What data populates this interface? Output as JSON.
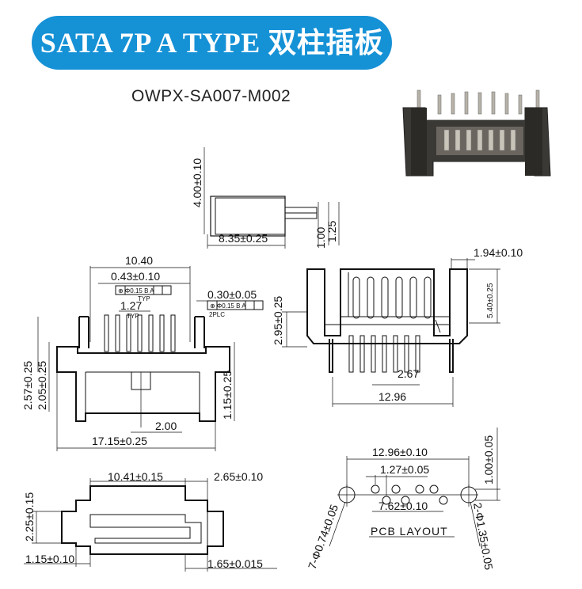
{
  "header": {
    "title": "SATA 7P A TYPE 双柱插板式",
    "part_number": "OWPX-SA007-M002"
  },
  "colors": {
    "banner": "#1591d6",
    "banner_text": "#ffffff",
    "line": "#111111"
  },
  "top_side_view": {
    "height": "4.00±0.10",
    "width": "8.35±0.25",
    "pin": "1.00",
    "pin_total": "1.25"
  },
  "front_view": {
    "overall": "10.40",
    "pin_width": "0.43±0.10",
    "tol_pos": "⊕ Φ0.15 B A",
    "tol_typ": "TYP",
    "pitch": "1.27",
    "pitch_typ": "TYP",
    "post": "0.30±0.05",
    "tol_2plc_frame": "⊕ Φ0.15 B A",
    "tol_2plc": "2PLC",
    "height_a": "2.57±0.25",
    "height_b": "2.05±0.25",
    "slot_depth": "1.15±0.25",
    "tab": "2.00",
    "body_width": "17.15±0.25"
  },
  "right_view": {
    "offset": "1.94±0.10",
    "height": "5.40±0.25",
    "mount": "2.95±0.25",
    "pin_gap": "2.67",
    "width": "12.96"
  },
  "bottom_view": {
    "height": "2.25±0.15",
    "opening": "10.41±0.15",
    "edge": "2.65±0.10",
    "left": "1.15±0.10",
    "right": "1.65±0.015"
  },
  "pcb_layout": {
    "span": "12.96±0.10",
    "pitch": "1.27±0.05",
    "row_offset": "1.00±0.05",
    "row_span": "7.62±0.10",
    "hole_small": "7-Φ0.74±0.05",
    "hole_large": "2-Φ1.35±0.05",
    "label": "PCB LAYOUT"
  }
}
